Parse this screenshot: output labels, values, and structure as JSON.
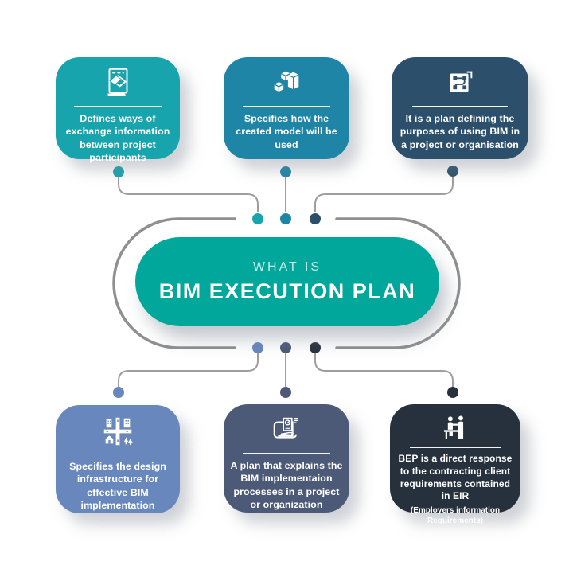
{
  "center": {
    "eyebrow": "WHAT IS",
    "title": "BIM EXECUTION PLAN",
    "color": "#00a79a"
  },
  "cards": {
    "top": [
      {
        "icon": "handshake-document-icon",
        "text": "Defines ways of exchange information between project participants",
        "color": "#18a4ac"
      },
      {
        "icon": "model-cubes-icon",
        "text": "Specifies how the created model will be used",
        "color": "#1f85a6"
      },
      {
        "icon": "flowchart-page-icon",
        "text": "It is a plan defining the purposes of using BIM in a project or organisation",
        "color": "#2c506c"
      }
    ],
    "bottom": [
      {
        "icon": "city-infrastructure-icon",
        "text": "Specifies the design infrastructure for effective BIM implementation",
        "color": "#6787bd"
      },
      {
        "icon": "blueprint-plan-icon",
        "text": "A plan that explains the BIM implementaion processes in a project or organization",
        "color": "#4c5a78"
      },
      {
        "icon": "client-meeting-icon",
        "text": "BEP is a direct response to the contracting client requirements contained in EIR",
        "subtext": "(Employers information Requirements)",
        "color": "#27313e"
      }
    ]
  },
  "connectors": {
    "line_color": "#9e9e9e",
    "ring_color": "#8f8f8f",
    "dot_colors": [
      "#18a4ac",
      "#1f85a6",
      "#2c506c",
      "#6787bd",
      "#4c5a78",
      "#27313e"
    ]
  }
}
